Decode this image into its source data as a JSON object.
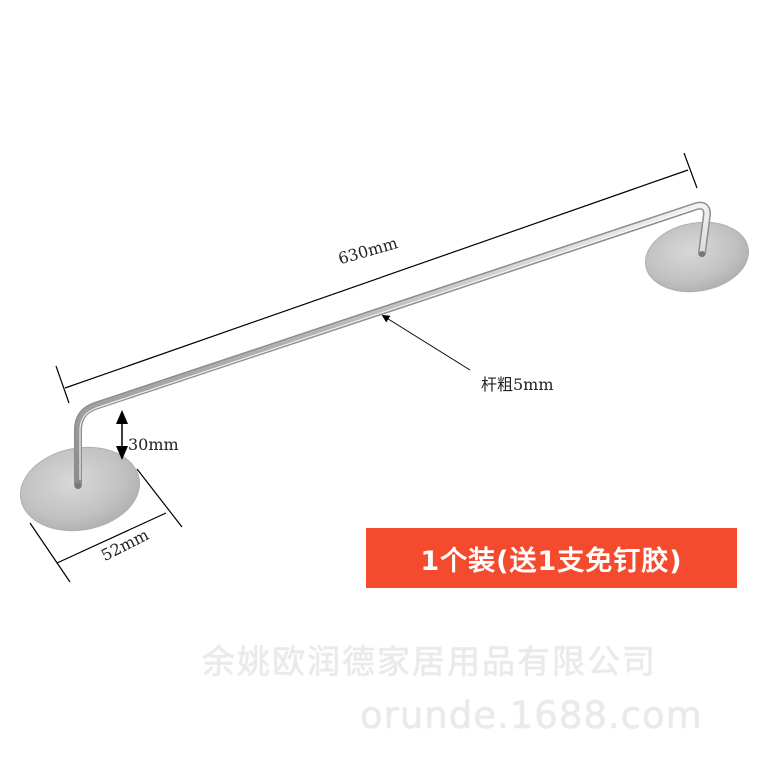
{
  "product": {
    "name": "stainless steel towel bar",
    "icon": "towel-bar-illustration"
  },
  "dimensions": {
    "length": "630mm",
    "rod_thickness": "杆粗5mm",
    "height": "30mm",
    "base_diameter": "52mm"
  },
  "badge": {
    "text": "1个装(送1支免钉胶)",
    "color": "#f44a2e"
  },
  "watermark": {
    "company": "余姚欧润德家居用品有限公司",
    "url": "orunde.1688.com"
  }
}
